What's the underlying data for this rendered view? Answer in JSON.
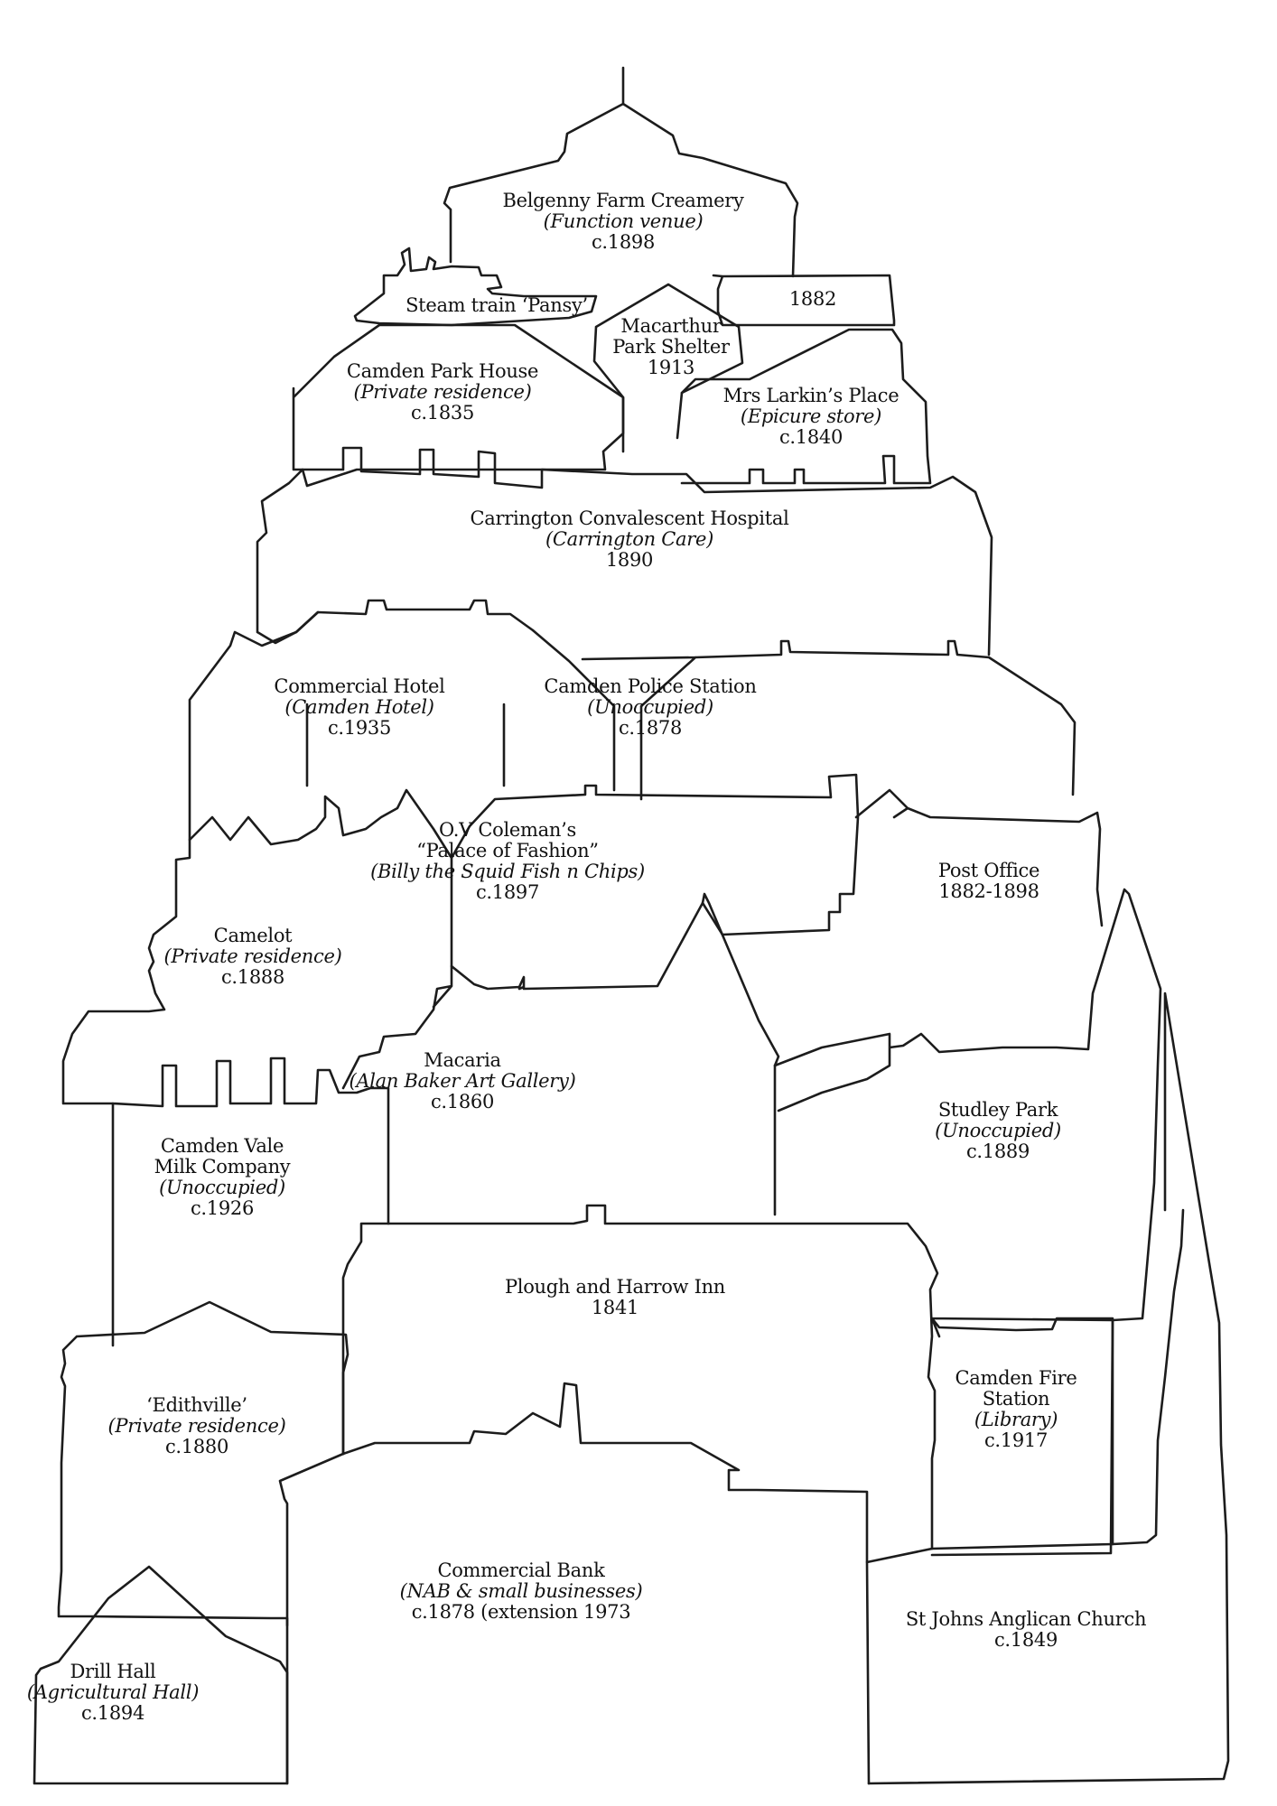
{
  "title": "Camden heritage buildings illustration",
  "colors": {
    "line": "#1c1c1c",
    "text": "#111111",
    "background": "#ffffff"
  },
  "buildings": [
    {
      "id": "belgenny",
      "name": "Belgenny Farm Creamery",
      "use": "(Function venue)",
      "date": "c.1898"
    },
    {
      "id": "steam-train",
      "name": "Steam train ‘Pansy’"
    },
    {
      "id": "unnamed-1882",
      "name": "1882"
    },
    {
      "id": "macarthur-shelter",
      "name": "Macarthur",
      "name2": "Park Shelter",
      "date": "1913"
    },
    {
      "id": "camden-park-house",
      "name": "Camden Park House",
      "use": "(Private residence)",
      "date": "c.1835"
    },
    {
      "id": "mrs-larkin",
      "name": "Mrs Larkin’s Place",
      "use": "(Epicure store)",
      "date": "c.1840"
    },
    {
      "id": "carrington",
      "name": "Carrington Convalescent Hospital",
      "use": "(Carrington Care)",
      "date": "1890"
    },
    {
      "id": "commercial-hotel",
      "name": "Commercial Hotel",
      "use": "(Camden Hotel)",
      "date": "c.1935"
    },
    {
      "id": "police-station",
      "name": "Camden Police Station",
      "use": "(Unoccupied)",
      "date": "c.1878"
    },
    {
      "id": "ov-coleman",
      "name": "O.V Coleman’s",
      "name2": "“Palace of Fashion”",
      "use": "(Billy the Squid Fish n Chips)",
      "date": "c.1897"
    },
    {
      "id": "post-office",
      "name": "Post Office",
      "date": "1882-1898"
    },
    {
      "id": "camelot",
      "name": "Camelot",
      "use": "(Private residence)",
      "date": "c.1888"
    },
    {
      "id": "macaria",
      "name": "Macaria",
      "use": "(Alan Baker Art Gallery)",
      "date": "c.1860"
    },
    {
      "id": "studley-park",
      "name": "Studley Park",
      "use": "(Unoccupied)",
      "date": "c.1889"
    },
    {
      "id": "camden-vale-milk",
      "name": "Camden Vale",
      "name2": "Milk Company",
      "use": "(Unoccupied)",
      "date": "c.1926"
    },
    {
      "id": "plough-harrow",
      "name": "Plough and Harrow Inn",
      "date": "1841"
    },
    {
      "id": "fire-station",
      "name": "Camden Fire",
      "name2": "Station",
      "use": "(Library)",
      "date": "c.1917"
    },
    {
      "id": "edithville",
      "name": "‘Edithville’",
      "use": "(Private residence)",
      "date": "c.1880"
    },
    {
      "id": "commercial-bank",
      "name": "Commercial Bank",
      "use": "(NAB & small businesses)",
      "date": "c.1878 (extension 1973"
    },
    {
      "id": "st-johns",
      "name": "St Johns Anglican Church",
      "date": "c.1849"
    },
    {
      "id": "drill-hall",
      "name": "Drill Hall",
      "use": "(Agricultural Hall)",
      "date": "c.1894"
    }
  ]
}
